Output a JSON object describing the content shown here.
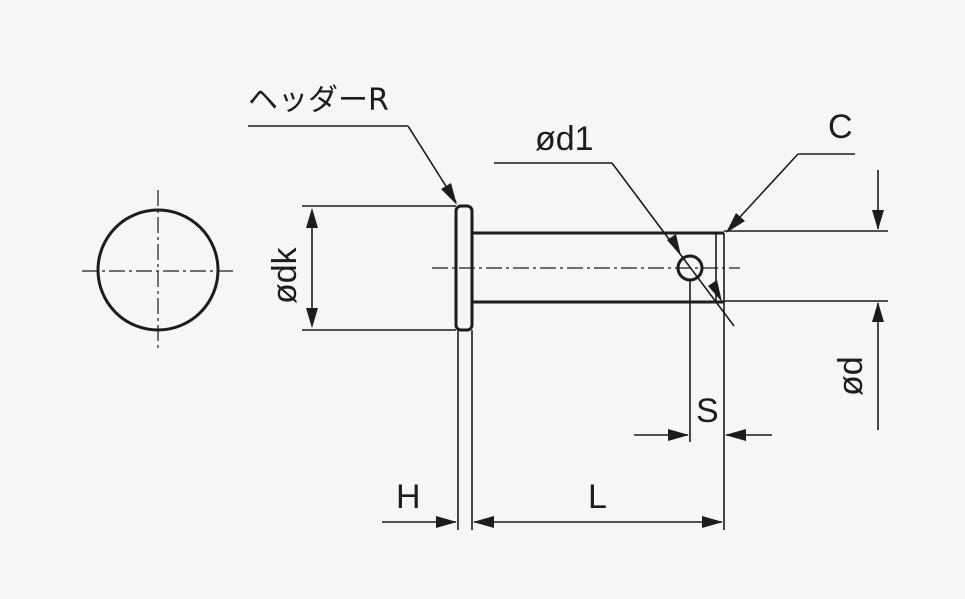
{
  "labels": {
    "header_r": "ヘッダーR",
    "d1": "ød1",
    "c": "C",
    "dk": "ødk",
    "d": "ød",
    "s": "S",
    "h": "H",
    "l": "L"
  }
}
